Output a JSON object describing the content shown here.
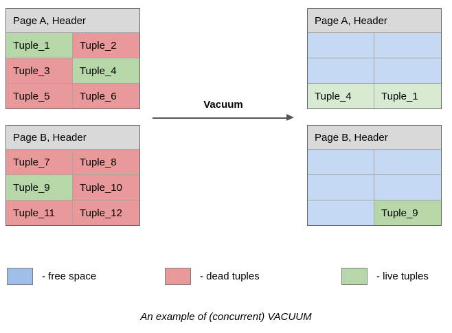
{
  "diagram": {
    "arrow_label": "Vacuum",
    "before": {
      "pages": [
        {
          "header": "Page A, Header",
          "cells": [
            {
              "label": "Tuple_1",
              "state": "live"
            },
            {
              "label": "Tuple_2",
              "state": "dead"
            },
            {
              "label": "Tuple_3",
              "state": "dead"
            },
            {
              "label": "Tuple_4",
              "state": "live"
            },
            {
              "label": "Tuple_5",
              "state": "dead"
            },
            {
              "label": "Tuple_6",
              "state": "dead"
            }
          ]
        },
        {
          "header": "Page B, Header",
          "cells": [
            {
              "label": "Tuple_7",
              "state": "dead"
            },
            {
              "label": "Tuple_8",
              "state": "dead"
            },
            {
              "label": "Tuple_9",
              "state": "live"
            },
            {
              "label": "Tuple_10",
              "state": "dead"
            },
            {
              "label": "Tuple_11",
              "state": "dead"
            },
            {
              "label": "Tuple_12",
              "state": "dead"
            }
          ]
        }
      ]
    },
    "after": {
      "pages": [
        {
          "header": "Page A, Header",
          "cells": [
            {
              "label": "",
              "state": "free"
            },
            {
              "label": "",
              "state": "free"
            },
            {
              "label": "",
              "state": "free"
            },
            {
              "label": "",
              "state": "free"
            },
            {
              "label": "Tuple_4",
              "state": "live-pale"
            },
            {
              "label": "Tuple_1",
              "state": "live-pale"
            }
          ]
        },
        {
          "header": "Page B, Header",
          "cells": [
            {
              "label": "",
              "state": "free"
            },
            {
              "label": "",
              "state": "free"
            },
            {
              "label": "",
              "state": "free"
            },
            {
              "label": "",
              "state": "free"
            },
            {
              "label": "",
              "state": "free"
            },
            {
              "label": "Tuple_9",
              "state": "live"
            }
          ]
        }
      ]
    }
  },
  "legend": {
    "free": {
      "label": "- free space",
      "swatch": "free"
    },
    "dead": {
      "label": "- dead tuples",
      "swatch": "dead"
    },
    "live": {
      "label": "- live tuples",
      "swatch": "live"
    }
  },
  "caption": "An example of (concurrent) VACUUM",
  "colors": {
    "free": "#c6d9f2",
    "free_legend": "#9fbfe8",
    "dead": "#e9999a",
    "live": "#b6d7a8",
    "live_pale": "#d9ead3",
    "header": "#d9d9d9",
    "border_outer": "#666666",
    "border_inner": "#a6a6a6",
    "arrow": "#555555"
  }
}
